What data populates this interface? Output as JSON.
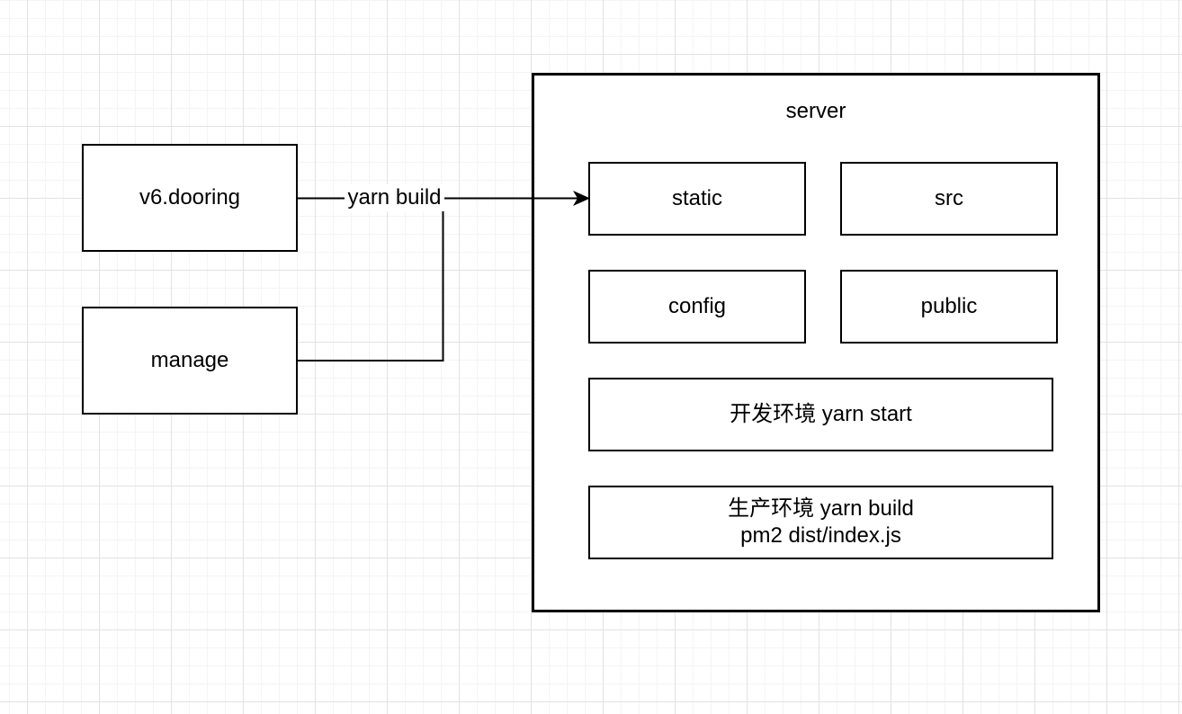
{
  "diagram": {
    "canvas": {
      "background_color": "#ffffff",
      "grid_minor_color": "#f4f4f4",
      "grid_major_color": "#e2e2e2"
    },
    "style": {
      "shape_border_color": "#000000",
      "shape_fill_color": "#ffffff",
      "text_color": "#000000"
    },
    "nodes": {
      "v6_dooring": {
        "label": "v6.dooring"
      },
      "manage": {
        "label": "manage"
      },
      "server": {
        "label": "server"
      },
      "static": {
        "label": "static"
      },
      "src": {
        "label": "src"
      },
      "config": {
        "label": "config"
      },
      "public": {
        "label": "public"
      },
      "dev_env": {
        "label": "开发环境 yarn start"
      },
      "prod_env": {
        "label_line1": "生产环境 yarn build",
        "label_line2": "pm2 dist/index.js"
      }
    },
    "edges": {
      "build_arrow": {
        "label": "yarn build"
      }
    }
  }
}
